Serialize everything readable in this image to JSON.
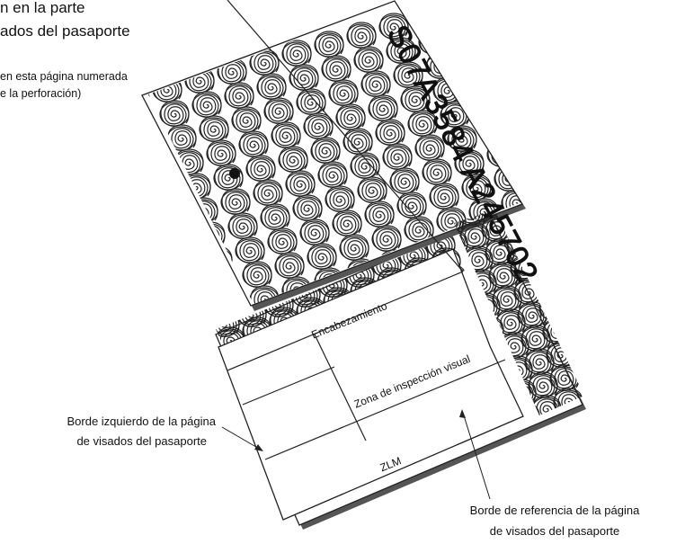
{
  "caption": {
    "line1": "n en la parte",
    "line2": "ados del pasaporte"
  },
  "perforation_note": {
    "line1": "en esta página numerada",
    "line2": "e la perforación)"
  },
  "serial_number": "S07A3584 A245702",
  "page_zones": {
    "header": "Encabezamiento",
    "visual_zone": "Zona de inspección visual",
    "mrz": "ZLM"
  },
  "left_edge_label": {
    "line1": "Borde izquierdo de la página",
    "line2": "de visados del pasaporte"
  },
  "reference_edge_label": {
    "line1": "Borde de referencia de la página",
    "line2": "de visados del pasaporte"
  },
  "colors": {
    "line": "#222222",
    "paper": "#ffffff",
    "shadow": "#555555"
  }
}
